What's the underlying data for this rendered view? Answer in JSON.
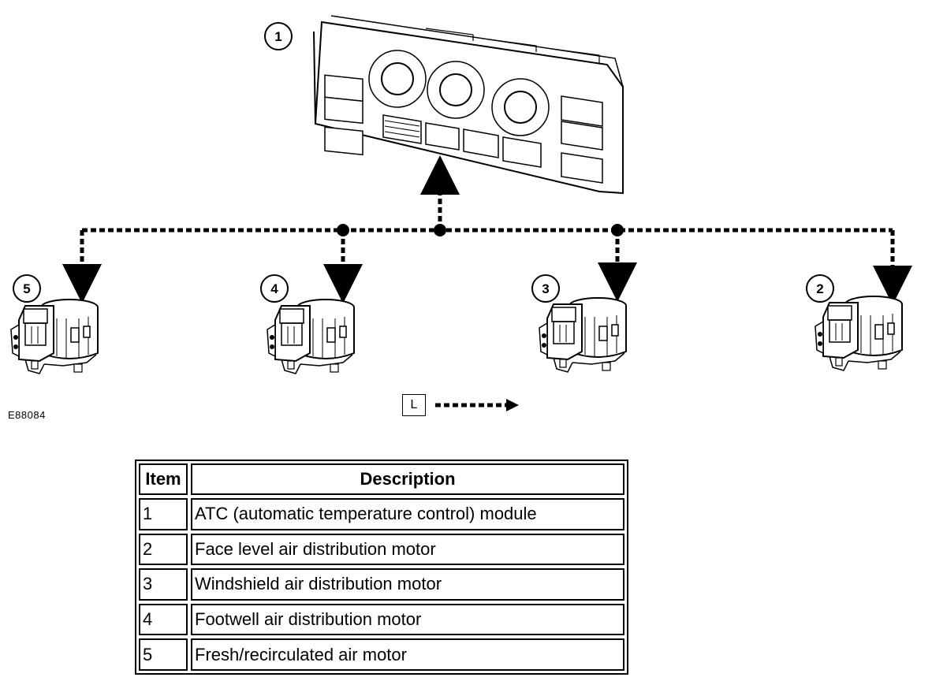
{
  "figure_id": "E88084",
  "callouts": [
    "1",
    "2",
    "3",
    "4",
    "5"
  ],
  "legend": {
    "letter": "L"
  },
  "table": {
    "headers": [
      "Item",
      "Description"
    ],
    "rows": [
      [
        "1",
        "ATC (automatic temperature control) module"
      ],
      [
        "2",
        "Face level air distribution motor"
      ],
      [
        "3",
        "Windshield air distribution motor"
      ],
      [
        "4",
        "Footwell air distribution motor"
      ],
      [
        "5",
        "Fresh/recirculated air motor"
      ]
    ]
  }
}
